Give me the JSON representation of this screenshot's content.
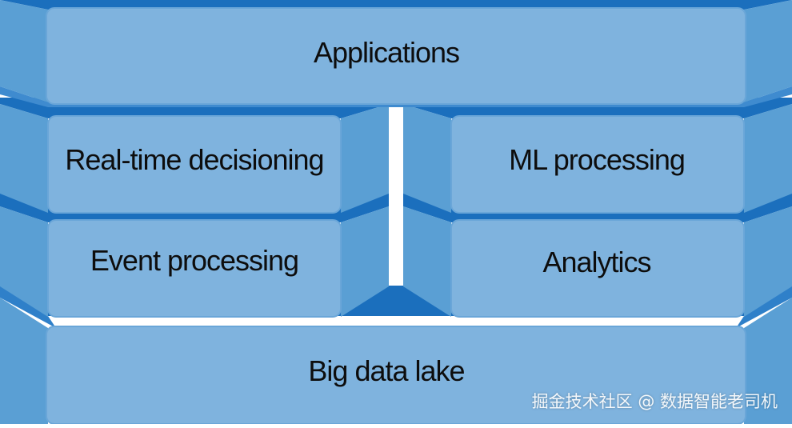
{
  "diagram": {
    "blocks": [
      {
        "id": "applications",
        "label": "Applications"
      },
      {
        "id": "realtime",
        "label": "Real-time decisioning"
      },
      {
        "id": "ml",
        "label": "ML processing"
      },
      {
        "id": "event",
        "label": "Event processing"
      },
      {
        "id": "analytics",
        "label": "Analytics"
      },
      {
        "id": "lake",
        "label": "Big data lake"
      }
    ],
    "colors": {
      "face": "#7fb3de",
      "face_border": "#5b9bd0",
      "side": "#5a9fd4",
      "edge_dark": "#1b6fbd",
      "edge_light": "#3585cc"
    }
  },
  "watermark": "掘金技术社区 @ 数据智能老司机"
}
